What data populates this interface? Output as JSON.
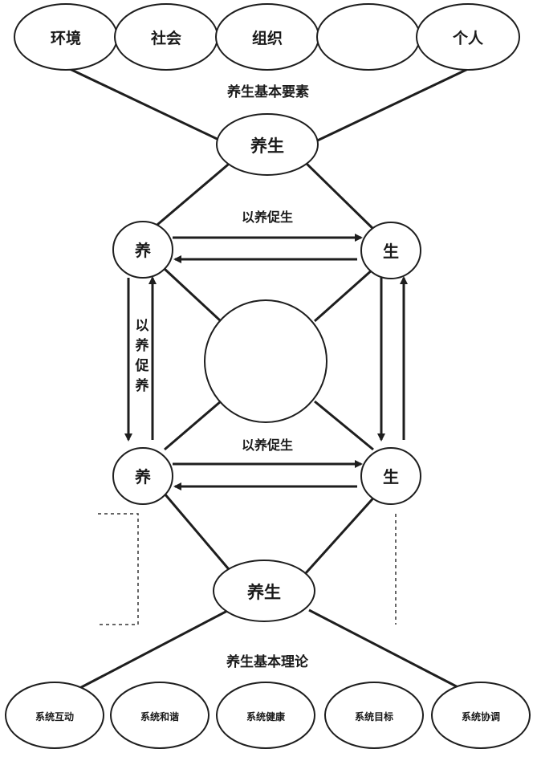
{
  "top_elements": [
    "环境",
    "社会",
    "组织",
    "",
    "个人"
  ],
  "top_title": "养生基本要素",
  "upper_hub": "养生",
  "arrow_label_upper": "以养促生",
  "arrow_label_lower": "以养促生",
  "vertical_label_left": [
    "以",
    "养",
    "促",
    "养"
  ],
  "node_yang": "养",
  "node_sheng": "生",
  "lower_hub": "养生",
  "bottom_title": "养生基本理论",
  "bottom_elements": [
    "系统互动",
    "系统和谐",
    "系统健康",
    "系统目标",
    "系统协调"
  ],
  "colors": {
    "line": "#1e1e1e",
    "text": "#1a1a1a",
    "fill": "#ffffff"
  }
}
